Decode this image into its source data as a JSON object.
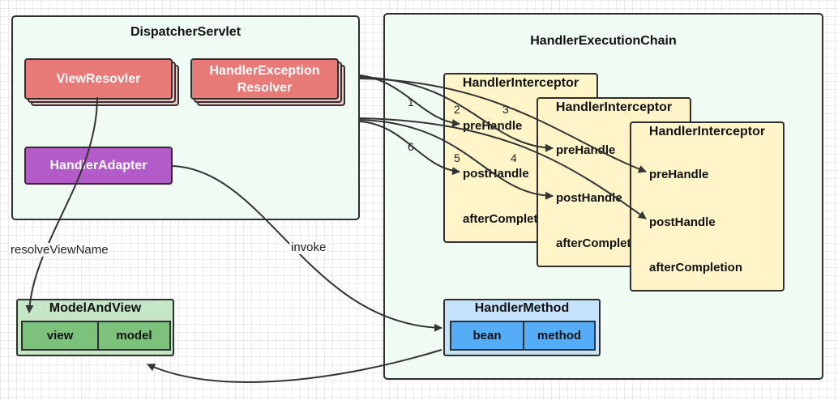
{
  "dispatcher": {
    "title": "DispatcherServlet",
    "view_resolver": "ViewResovler",
    "exception_resolver_line1": "HandlerException",
    "exception_resolver_line2": "Resolver",
    "handler_adapter": "HandlerAdapter"
  },
  "chain": {
    "title": "HandlerExecutionChain",
    "interceptors": [
      {
        "title": "HandlerInterceptor",
        "pre": "preHandle",
        "post": "postHandle",
        "after": "afterCompletion"
      },
      {
        "title": "HandlerInterceptor",
        "pre": "preHandle",
        "post": "postHandle",
        "after": "afterCompletion"
      },
      {
        "title": "HandlerInterceptor",
        "pre": "preHandle",
        "post": "postHandle",
        "after": "afterCompletion"
      }
    ],
    "handler_method": {
      "title": "HandlerMethod",
      "bean": "bean",
      "method": "method"
    }
  },
  "model_and_view": {
    "title": "ModelAndView",
    "view": "view",
    "model": "model"
  },
  "edges": {
    "resolve_view_name": "resolveViewName",
    "invoke": "invoke",
    "steps": [
      "1",
      "2",
      "3",
      "4",
      "5",
      "6"
    ]
  },
  "colors": {
    "container": "#f0fbf4",
    "red": "#e87b78",
    "purple": "#b25bc9",
    "interceptor": "#fff5c8",
    "model_and_view": "#c6e7c7",
    "handler_method": "#56acf5"
  }
}
